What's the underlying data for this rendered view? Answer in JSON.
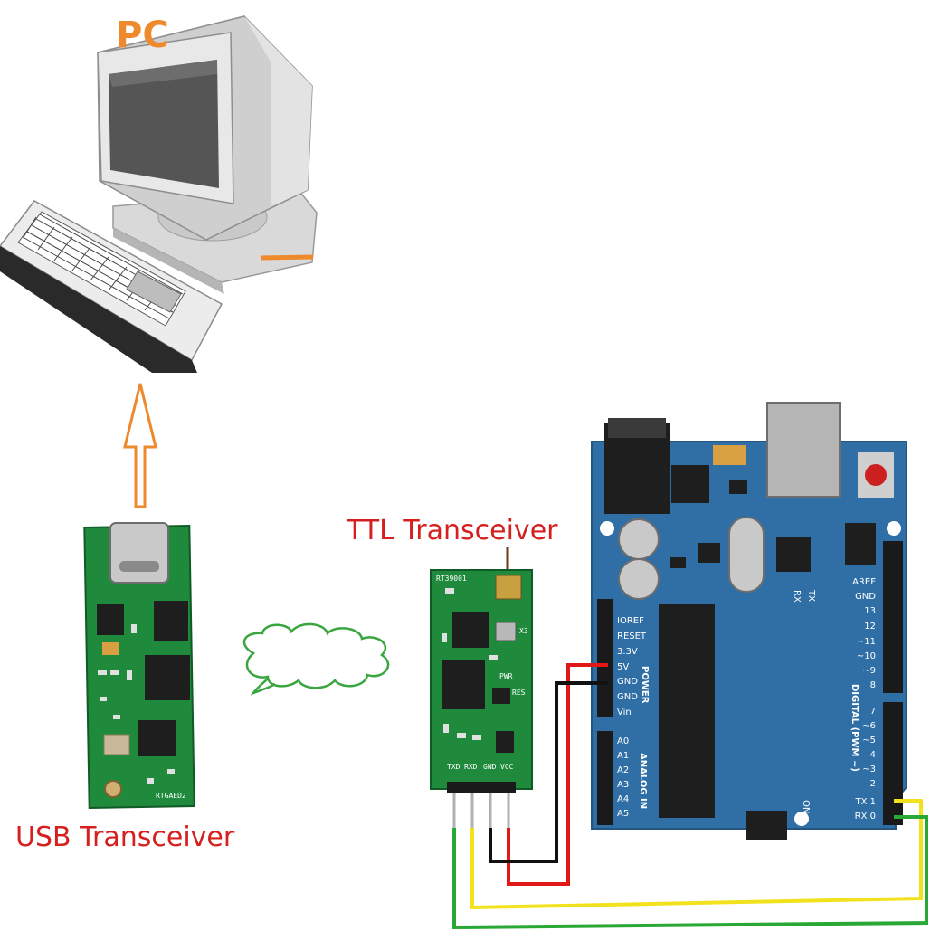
{
  "labels": {
    "pc": "PC",
    "ttl": "TTL Transceiver",
    "usb": "USB Transceiver"
  },
  "usb_board": {
    "silk_model": "RTGAED2"
  },
  "ttl_board": {
    "silk_model": "RT39001",
    "header_pins": [
      "TXD",
      "RXD",
      "GND",
      "VCC"
    ],
    "silk": [
      "PWR",
      "RES",
      "X3"
    ]
  },
  "arduino": {
    "power_pins": [
      "IOREF",
      "RESET",
      "3.3V",
      "5V",
      "GND",
      "GND",
      "Vin"
    ],
    "power_title": "POWER",
    "analog_pins": [
      "A0",
      "A1",
      "A2",
      "A3",
      "A4",
      "A5"
    ],
    "analog_title": "ANALOG IN",
    "digital_top": [
      "AREF",
      "GND",
      "13",
      "12",
      "~11",
      "~10",
      "~9",
      "8"
    ],
    "digital_bottom": [
      "7",
      "~6",
      "~5",
      "4",
      "~3",
      "2",
      "TX 1",
      "RX 0"
    ],
    "digital_title": "DIGITAL (PWM ~)",
    "led_tx": "TX",
    "led_rx": "RX",
    "led_on": "ON"
  },
  "colors": {
    "orange": "#ee8a2c",
    "red_text": "#d62020",
    "board_blue": "#2f6fa6",
    "pcb_green": "#1f8a3c",
    "wire_red": "#e01818",
    "wire_black": "#111111",
    "wire_yellow": "#f2e21e",
    "wire_green": "#2aa836",
    "wireless_cloud": "#3aa640"
  },
  "icons": [
    "computer-icon",
    "upload-arrow-icon",
    "wireless-cloud-icon"
  ]
}
